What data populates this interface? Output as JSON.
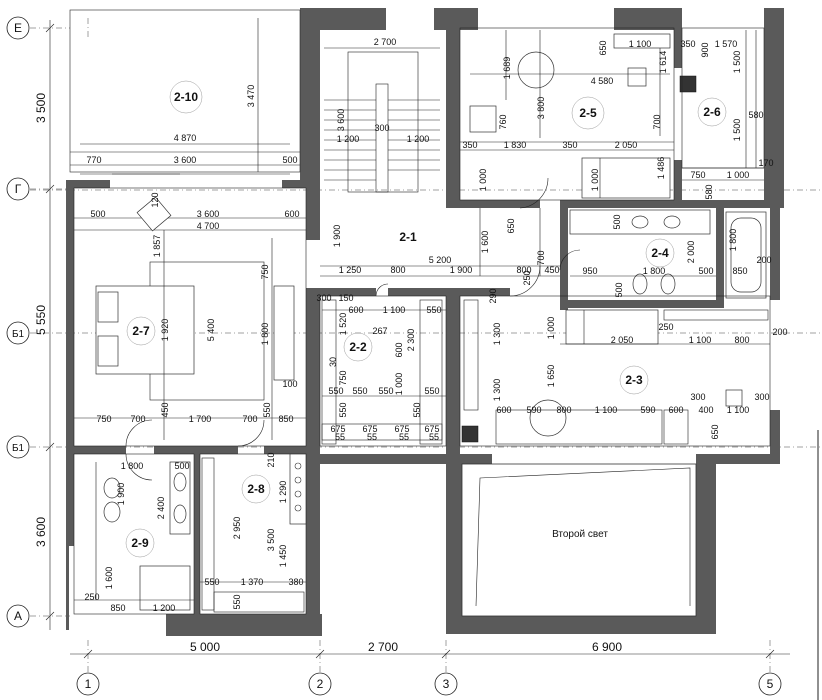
{
  "axes": {
    "horizontal": [
      {
        "label": "1"
      },
      {
        "label": "2"
      },
      {
        "label": "3"
      },
      {
        "label": "5"
      }
    ],
    "vertical": [
      {
        "label": "Е"
      },
      {
        "label": "Г"
      },
      {
        "label": "Б1"
      },
      {
        "label": "Б1"
      },
      {
        "label": "А"
      }
    ]
  },
  "overall_dims": {
    "bottom": [
      "5 000",
      "2 700",
      "6 900"
    ],
    "left": [
      "3 500",
      "5 550",
      "3 600"
    ]
  },
  "rooms": [
    {
      "id": "2-10"
    },
    {
      "id": "2-1"
    },
    {
      "id": "2-5"
    },
    {
      "id": "2-6"
    },
    {
      "id": "2-4"
    },
    {
      "id": "2-7"
    },
    {
      "id": "2-2"
    },
    {
      "id": "2-3"
    },
    {
      "id": "2-8"
    },
    {
      "id": "2-9"
    }
  ],
  "void_label": "Второй свет",
  "dims": {
    "r210_w": "4 870",
    "r210_h": "3 470",
    "r210_a": "770",
    "r210_b": "3 600",
    "r210_c": "500",
    "r27_top1": "500",
    "r27_top2": "3 600",
    "r27_top3": "600",
    "r27_top4": "4 700",
    "r27_120": "120",
    "r27_1857": "1 857",
    "r27_1920": "1 920",
    "r27_5400": "5 400",
    "r27_750": "750",
    "r27_1800": "1 800",
    "r27_100": "100",
    "r27_b1": "750",
    "r27_b2": "700",
    "r27_b3": "1 700",
    "r27_b4": "700",
    "r27_b5": "850",
    "r27_450": "450",
    "r27_550": "550",
    "stair_2700": "2 700",
    "stair_3600": "3 600",
    "stair_300": "300",
    "stair_1200a": "1 200",
    "stair_1200b": "1 200",
    "r21_1900": "1 900",
    "r21_5200": "5 200",
    "r21_1250": "1 250",
    "r21_800": "800",
    "r21_1900b": "1 900",
    "r21_800b": "800",
    "r21_450": "450",
    "r21_1600": "1 600",
    "r21_650": "650",
    "r21_700": "700",
    "r21_250": "250",
    "r25_1100": "1 100",
    "r25_650": "650",
    "r25_1689": "1 689",
    "r25_1614": "1 614",
    "r25_4580": "4 580",
    "r25_3800": "3 800",
    "r25_760": "760",
    "r25_350": "350",
    "r25_1830": "1 830",
    "r25_350b": "350",
    "r25_2050": "2 050",
    "r25_1000": "1 000",
    "r25_1000b": "1 000",
    "r25_1486": "1 486",
    "r25_700": "700",
    "r26_350": "350",
    "r26_900": "900",
    "r26_1570": "1 570",
    "r26_1500": "1 500",
    "r26_580": "580",
    "r26_1500b": "1 500",
    "r26_170": "170",
    "r26_750": "750",
    "r26_1000": "1 000",
    "r26_580b": "580",
    "r24_500": "500",
    "r24_2000": "2 000",
    "r24_950": "950",
    "r24_1800": "1 800",
    "r24_500b": "500",
    "r24_850": "850",
    "r24_1800v": "1 800",
    "r24_200": "200",
    "r24_500c": "500",
    "r22_300": "300",
    "r22_150": "150",
    "r22_600": "600",
    "r22_1100": "1 100",
    "r22_550": "550",
    "r22_1520": "1 520",
    "r22_267": "267",
    "r22_30": "30",
    "r22_750": "750",
    "r22_600b": "600",
    "r22_2300": "2 300",
    "r22_1000": "1 000",
    "r22_550a": "550",
    "r22_550b": "550",
    "r22_550c": "550",
    "r22_550d": "550",
    "r22_550e": "550",
    "r22_550f": "550",
    "r22_675a": "675",
    "r22_675b": "675",
    "r22_675c": "675",
    "r22_675d": "675",
    "r22_55a": "55",
    "r22_55b": "55",
    "r22_55c": "55",
    "r22_55d": "55",
    "r23_290": "290",
    "r23_1300": "1 300",
    "r23_1000": "1 000",
    "r23_250": "250",
    "r23_2050": "2 050",
    "r23_1100": "1 100",
    "r23_800": "800",
    "r23_200": "200",
    "r23_1650": "1 650",
    "r23_1300b": "1 300",
    "r23_300a": "300",
    "r23_300b": "300",
    "r23_600": "600",
    "r23_590": "590",
    "r23_800b": "800",
    "r23_1100b": "1 100",
    "r23_590b": "590",
    "r23_600b": "600",
    "r23_400": "400",
    "r23_1100c": "1 100",
    "r23_650": "650",
    "r28_210": "210",
    "r28_1290": "1 290",
    "r28_2950": "2 950",
    "r28_3500": "3 500",
    "r28_1450": "1 450",
    "r28_550": "550",
    "r28_1370": "1 370",
    "r28_380": "380",
    "r28_550b": "550",
    "r29_1800": "1 800",
    "r29_500": "500",
    "r29_1900": "1 900",
    "r29_2400": "2 400",
    "r29_1600": "1 600",
    "r29_250": "250",
    "r29_850": "850",
    "r29_1200": "1 200"
  }
}
